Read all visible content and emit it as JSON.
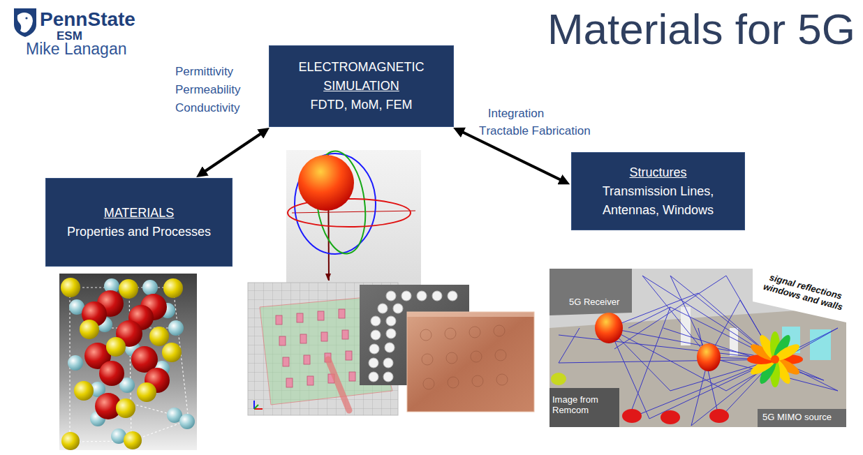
{
  "diagram": {
    "title": "Materials for 5G",
    "nodes": [
      {
        "text": [
          "ELECTROMAGNETIC",
          "SIMULATION",
          "FDTD, MoM, FEM"
        ]
      },
      {
        "text": [
          "Structures",
          "Transmission Lines, Antennas, Windows"
        ]
      },
      {
        "text": [
          "MATERIALS",
          "Properties and Processes"
        ]
      }
    ],
    "edges": [
      {
        "from": 2,
        "to": 0,
        "arrow": "both",
        "label": "Permittivity Permeability Conductivity"
      },
      {
        "from": 0,
        "to": 1,
        "arrow": "both",
        "label": "Integration Tractable Fabrication"
      }
    ],
    "labels": [
      "PennState",
      "ESM",
      "Mike Lanagan",
      "signal reflections windows and walls",
      "5G Receiver",
      "Image from Remcom",
      "5G MIMO source"
    ]
  }
}
